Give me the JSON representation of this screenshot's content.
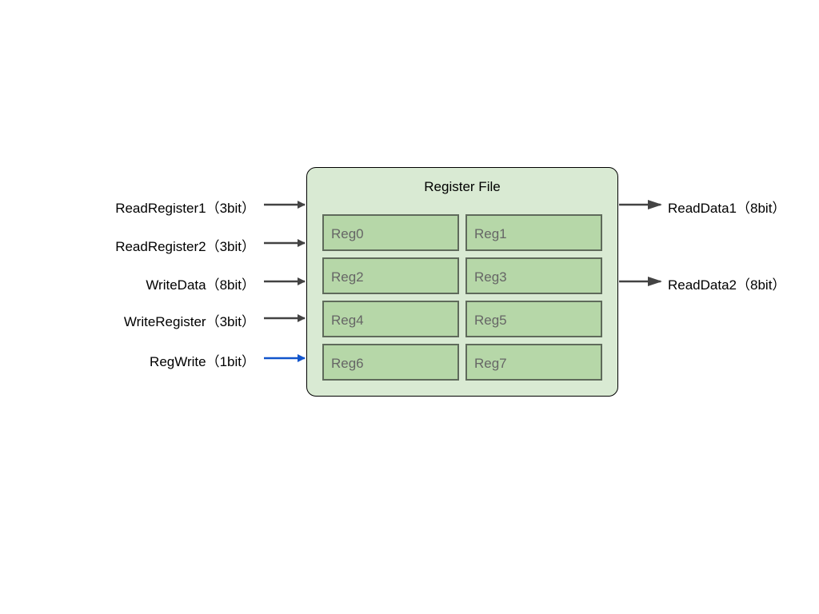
{
  "register_file": {
    "title": "Register File",
    "registers": [
      "Reg0",
      "Reg1",
      "Reg2",
      "Reg3",
      "Reg4",
      "Reg5",
      "Reg6",
      "Reg7"
    ],
    "fill_color": "#d9ead3",
    "register_fill_color": "#b6d7a8"
  },
  "inputs": [
    {
      "label": "ReadRegister1（3bit）",
      "color": "#434343"
    },
    {
      "label": "ReadRegister2（3bit）",
      "color": "#434343"
    },
    {
      "label": "WriteData（8bit）",
      "color": "#434343"
    },
    {
      "label": "WriteRegister（3bit）",
      "color": "#434343"
    },
    {
      "label": "RegWrite（1bit）",
      "color": "#1155cc"
    }
  ],
  "outputs": [
    {
      "label": "ReadData1（8bit）",
      "color": "#434343"
    },
    {
      "label": "ReadData2（8bit）",
      "color": "#434343"
    }
  ]
}
